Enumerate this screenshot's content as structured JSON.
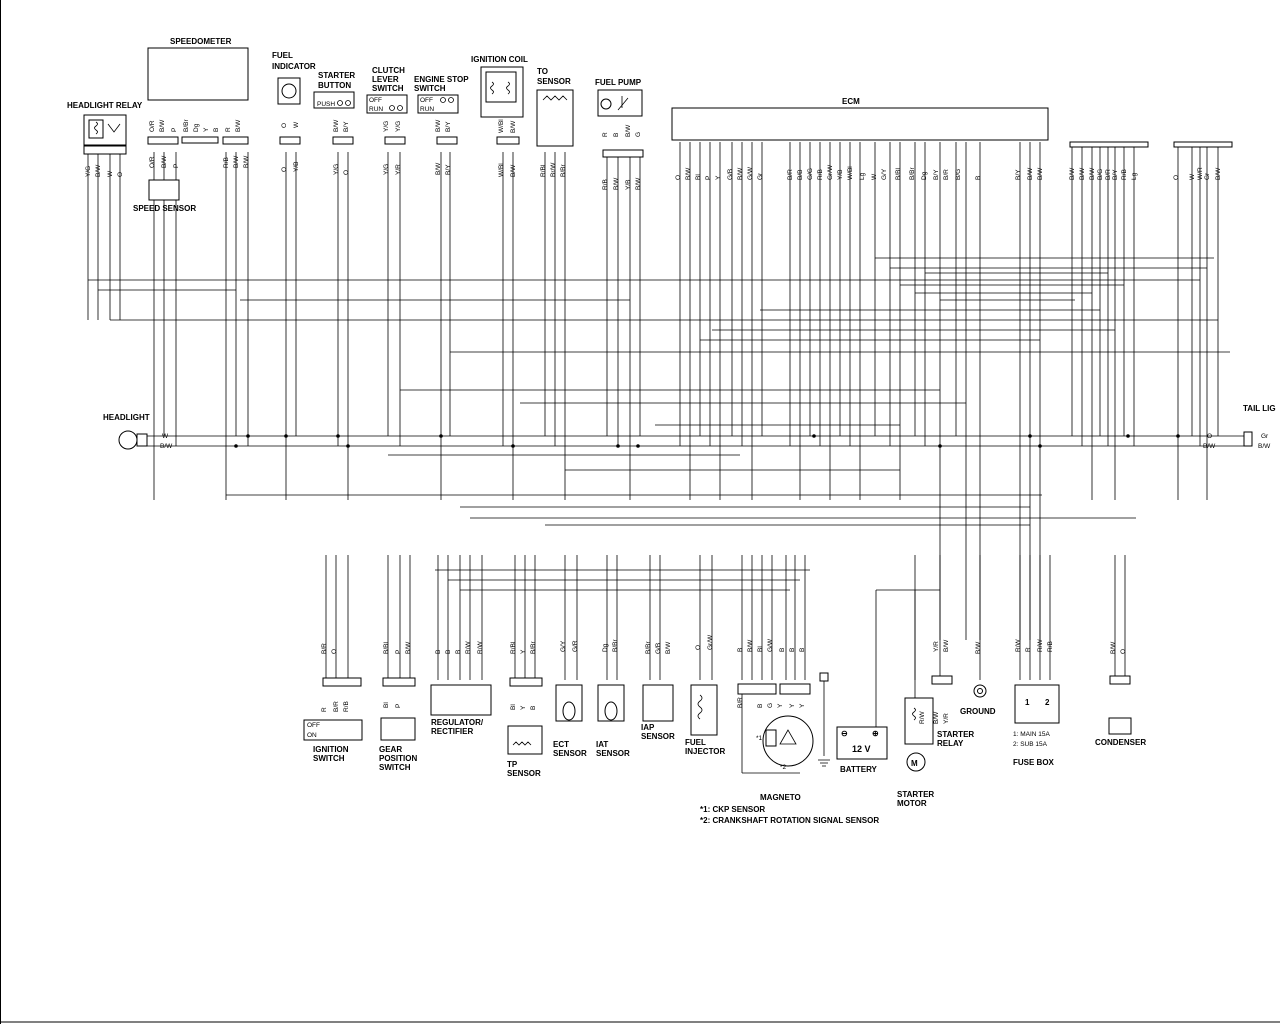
{
  "components": {
    "speedometer": "SPEEDOMETER",
    "fuel_indicator": [
      "FUEL",
      "INDICATOR"
    ],
    "starter_button": [
      "STARTER",
      "BUTTON"
    ],
    "clutch_lever_switch": [
      "CLUTCH",
      "LEVER",
      "SWITCH"
    ],
    "engine_stop_switch": [
      "ENGINE STOP",
      "SWITCH"
    ],
    "ignition_coil": "IGNITION COIL",
    "to_sensor": [
      "TO",
      "SENSOR"
    ],
    "fuel_pump": "FUEL PUMP",
    "ecm": "ECM",
    "headlight_relay": "HEADLIGHT RELAY",
    "speed_sensor": "SPEED SENSOR",
    "headlight": "HEADLIGHT",
    "tail_light": "TAIL LIG",
    "ignition_switch": [
      "IGNITION",
      "SWITCH"
    ],
    "gear_position_switch": [
      "GEAR",
      "POSITION",
      "SWITCH"
    ],
    "regulator_rectifier": [
      "REGULATOR/",
      "RECTIFIER"
    ],
    "tp_sensor": [
      "TP",
      "SENSOR"
    ],
    "ect_sensor": [
      "ECT",
      "SENSOR"
    ],
    "iat_sensor": [
      "IAT",
      "SENSOR"
    ],
    "iap_sensor": [
      "IAP",
      "SENSOR"
    ],
    "fuel_injector": [
      "FUEL",
      "INJECTOR"
    ],
    "magneto": "MAGNETO",
    "battery": "BATTERY",
    "battery_voltage": "12 V",
    "starter_relay": [
      "STARTER",
      "RELAY"
    ],
    "starter_motor": [
      "STARTER",
      "MOTOR"
    ],
    "ground": "GROUND",
    "fuse_box": "FUSE BOX",
    "condenser": "CONDENSER"
  },
  "switch_states": {
    "starter_push": "PUSH",
    "off": "OFF",
    "run": "RUN",
    "on": "ON"
  },
  "fuse_notes": [
    "1: MAIN 15A",
    "2: SUB 15A"
  ],
  "fuse_numbers": [
    "1",
    "2"
  ],
  "magneto_marks": [
    "*1",
    "*2"
  ],
  "magneto_symbols": [
    "M"
  ],
  "footnotes": [
    "*1: CKP SENSOR",
    "*2: CRANKSHAFT ROTATION SIGNAL SENSOR"
  ],
  "wire_codes": {
    "headlight_relay": [
      "Y/G",
      "B/W",
      "W",
      "O"
    ],
    "speedometer_top": [
      "O/R",
      "B/W",
      "P",
      "B/Br",
      "Dg",
      "Y",
      "B",
      "R",
      "B/W"
    ],
    "speedometer_bottom_left": [
      "O/R",
      "B/W",
      "P"
    ],
    "speedometer_bottom_right": [
      "R/B",
      "B/W",
      "B/W"
    ],
    "fuel_indicator": [
      "O",
      "W"
    ],
    "fuel_indicator_bottom": [
      "O",
      "Y/B"
    ],
    "starter_button": [
      "B/W",
      "B/Y"
    ],
    "starter_button_bottom": [
      "Y/G",
      "O"
    ],
    "clutch": [
      "Y/G",
      "Y/G"
    ],
    "clutch_bottom": [
      "Y/G",
      "Y/R"
    ],
    "engine_stop": [
      "B/W",
      "B/Y"
    ],
    "engine_stop_bottom": [
      "B/W",
      "B/Y"
    ],
    "ignition_coil": [
      "W/Bl",
      "B/W"
    ],
    "ignition_coil_bottom": [
      "W/Bl",
      "B/W"
    ],
    "to_sensor": [
      "R/Bl",
      "Br/W",
      "B/Br"
    ],
    "fuel_pump_top": [
      "R",
      "B",
      "B/W",
      "G"
    ],
    "fuel_pump_bottom": [
      "R/B",
      "B/W",
      "Y/B",
      "B/W"
    ],
    "ecm": [
      "O",
      "B/W",
      "Bl",
      "P",
      "Y",
      "G/B",
      "B/W",
      "G/W",
      "Gr",
      "B/R",
      "B/B",
      "G/G",
      "R/B",
      "Gr/W",
      "Y/B",
      "W/Bl",
      "Lg",
      "W",
      "G/Y",
      "B/Bl",
      "B/Br",
      "Dg",
      "B/Y",
      "B/R",
      "B/G",
      "B",
      "B/Y",
      "B/W",
      "B/W"
    ],
    "ecm_right1": [
      "B/W",
      "B/W",
      "B/W",
      "B/G",
      "B/R",
      "B/Y",
      "R/B",
      "Lg"
    ],
    "ecm_right2": [
      "O",
      "W",
      "W/R",
      "Gr",
      "B/W"
    ],
    "headlight": [
      "W",
      "B/W"
    ],
    "tail_light_left": [
      "O",
      "B/W"
    ],
    "tail_light_right": [
      "Gr",
      "B/W"
    ],
    "ignition_switch_top": [
      "B/R",
      "O"
    ],
    "ignition_switch_bottom": [
      "R",
      "B/R",
      "R/B"
    ],
    "gear_position_top": [
      "B/Bl",
      "P",
      "B/W"
    ],
    "gear_position_bottom": [
      "Bl",
      "P"
    ],
    "regulator": [
      "B",
      "B",
      "B",
      "R/W",
      "R/W"
    ],
    "tp_sensor_top": [
      "R/Bl",
      "Y",
      "B/Br"
    ],
    "tp_sensor_bottom": [
      "Bl",
      "Y",
      "B"
    ],
    "ect": [
      "G/Y",
      "G/R"
    ],
    "iat": [
      "Dg",
      "B/Br"
    ],
    "iap": [
      "B/Br",
      "G/B",
      "B/W"
    ],
    "fuel_injector": [
      "O",
      "Gr/W"
    ],
    "magneto_top": [
      "B",
      "B/W",
      "Bl",
      "G/W",
      "B",
      "B",
      "B"
    ],
    "magneto_bottom": [
      "B/R",
      "B",
      "G",
      "Y",
      "Y",
      "Y"
    ],
    "starter_relay_top": [
      "Y/R",
      "B/W"
    ],
    "starter_relay_bottom": [
      "R/W",
      "B/W",
      "Y/R"
    ],
    "ground": [
      "B/W"
    ],
    "fuse_box": [
      "R/W",
      "R",
      "R/W",
      "R/B"
    ],
    "condenser": [
      "B/W",
      "O"
    ]
  }
}
